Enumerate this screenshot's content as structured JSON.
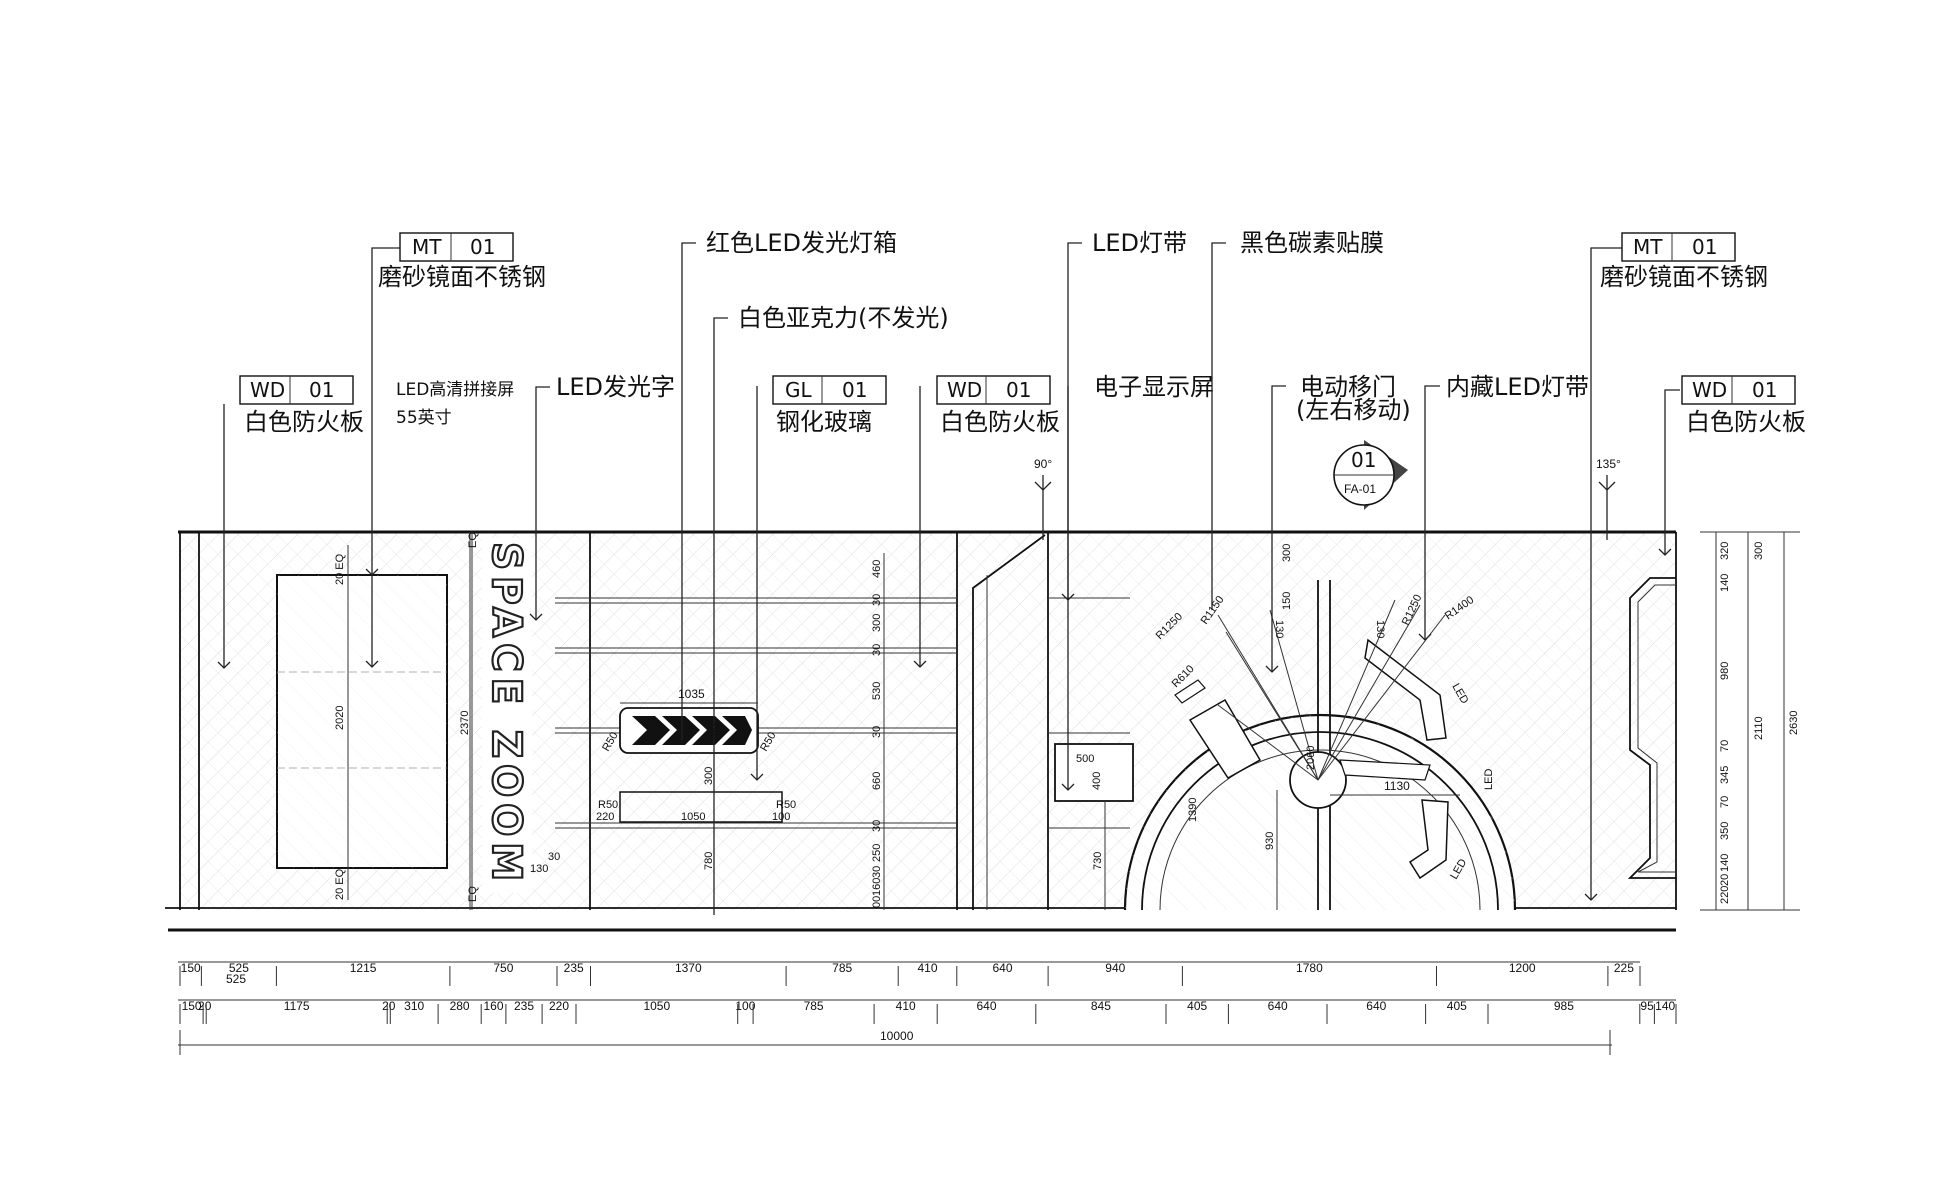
{
  "callouts": {
    "mt_left": {
      "code": "MT",
      "num": "01",
      "text": "磨砂镜面不锈钢"
    },
    "mt_right": {
      "code": "MT",
      "num": "01",
      "text": "磨砂镜面不锈钢"
    },
    "wd_left": {
      "code": "WD",
      "num": "01",
      "text": "白色防火板"
    },
    "wd_mid": {
      "code": "WD",
      "num": "01",
      "text": "白色防火板"
    },
    "wd_right": {
      "code": "WD",
      "num": "01",
      "text": "白色防火板"
    },
    "gl": {
      "code": "GL",
      "num": "01",
      "text": "钢化玻璃"
    },
    "led_screen": {
      "line1": "LED高清拼接屏",
      "line2": "55英寸"
    },
    "led_text": "LED发光字",
    "red_lightbox": "红色LED发光灯箱",
    "acrylic": "白色亚克力(不发光)",
    "led_strip": "LED灯带",
    "carbon_film": "黑色碳素贴膜",
    "display": "电子显示屏",
    "door": {
      "line1": "电动移门",
      "line2": "(左右移动)"
    },
    "hidden_led": "内藏LED灯带"
  },
  "section_marker": {
    "num": "01",
    "ref": "FA-01"
  },
  "angles": {
    "left": "90°",
    "right": "135°"
  },
  "logo_text": "SPACE ZOOM",
  "dims_row1": [
    "150",
    "525",
    "1215",
    "750",
    "235",
    "1370",
    "785",
    "410",
    "640",
    "940",
    "1780",
    "1200",
    "225"
  ],
  "dims_row1_sub": "525",
  "dims_row2": [
    "150",
    "20",
    "1175",
    "20",
    "310",
    "280",
    "160",
    "235",
    "220",
    "1050",
    "100",
    "785",
    "410",
    "640",
    "845",
    "405",
    "640",
    "640",
    "405",
    "985",
    "95",
    "140"
  ],
  "dims_total": "10000",
  "right_dims_inner": [
    "320",
    "140",
    "980",
    "70",
    "345",
    "70",
    "350",
    "140",
    "20",
    "220"
  ],
  "right_dims_outer": [
    "300",
    "2110",
    "2630"
  ],
  "left_panel_dims": {
    "top": "20 EQ",
    "height": "2020",
    "bottom": "20 EQ",
    "logo_h": "2370",
    "eq_top": "EQ",
    "eq_bot": "EQ",
    "d130": "130",
    "d30": "30"
  },
  "shelf_dims": [
    "460",
    "30",
    "300",
    "30",
    "530",
    "30",
    "660",
    "30",
    "250",
    "30",
    "160",
    "00"
  ],
  "arrow_sign_dims": {
    "w": "1035",
    "h250": "250",
    "r1": "R50",
    "r2": "R50",
    "r3": "R50",
    "r4": "R50",
    "w220": "220",
    "w1050": "1050",
    "w100": "100",
    "h300": "300",
    "h780": "780"
  },
  "screen_dims": {
    "w": "500",
    "h": "400",
    "h730": "730"
  },
  "circle_dims": {
    "r1250a": "R1250",
    "r1150": "R1150",
    "r1250b": "R1250",
    "r1400": "R1400",
    "r610": "R610",
    "d150": "150",
    "d300": "300",
    "d130a": "130",
    "d130b": "130",
    "d1130": "1130",
    "d2060": "2060",
    "d1390": "1390",
    "d930": "930",
    "led1": "LED",
    "led2": "LED",
    "led3": "LED"
  }
}
